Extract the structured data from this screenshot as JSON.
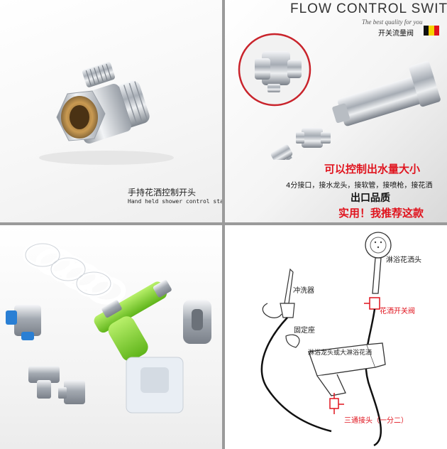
{
  "panel_top_left": {
    "caption_cn": "手持花洒控制开头",
    "caption_en": "Hand held shower control start"
  },
  "panel_top_right": {
    "title": "FLOW CONTROL SWITCH",
    "tagline": "The best quality for you",
    "subtitle_cn": "开关流量阀",
    "flag_colors": [
      "#111111",
      "#f5d300",
      "#e0141e"
    ],
    "headline_red": "可以控制出水量大小",
    "ports_text": "4分接口，接水龙头，接软管，接喷枪，接花洒",
    "export_text": "出口品质",
    "recommend_red": "实用！我推荐这款"
  },
  "panel_bottom_left": {},
  "panel_bottom_right": {
    "label_shower_head": "淋浴花洒头",
    "label_sprayer": "冲洗器",
    "label_switch_valve": "花洒开关阀",
    "label_holder": "固定座",
    "label_mixer": "淋浴龙头或大淋浴花洒",
    "label_tee": "三通接头（一分二）"
  },
  "colors": {
    "accent_red": "#e0141e",
    "chrome": "#c8ccd2",
    "green": "#7ed321",
    "blue": "#2a7fd4"
  }
}
